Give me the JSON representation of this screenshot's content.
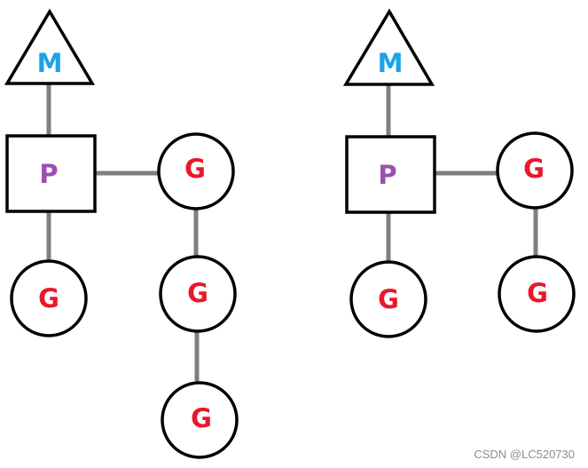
{
  "colors": {
    "m_label": "#1aa3e8",
    "p_label": "#9b4fb0",
    "g_label": "#e8182a",
    "outline": "#000000",
    "connector": "#7f7f7f",
    "watermark": "#8c8c8c"
  },
  "diagram_left": {
    "m_label": "M",
    "p_label": "P",
    "g_queued_label": "G",
    "g_chain": [
      "G",
      "G",
      "G"
    ]
  },
  "diagram_right": {
    "m_label": "M",
    "p_label": "P",
    "g_queued_label": "G",
    "g_chain": [
      "G",
      "G"
    ]
  },
  "watermark": "CSDN @LC520730"
}
